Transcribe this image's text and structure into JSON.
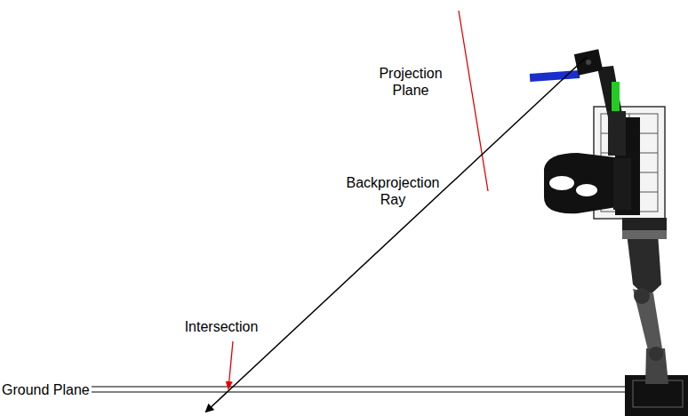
{
  "diagram": {
    "labels": [
      "Projection Plane",
      "Backprojection Ray",
      "Intersection",
      "Ground Plane"
    ]
  }
}
